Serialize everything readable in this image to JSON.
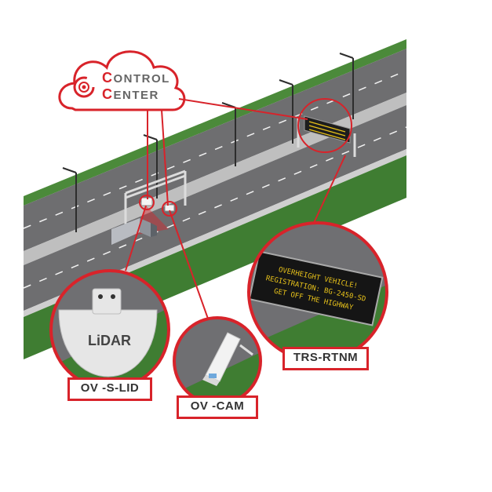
{
  "control_center": {
    "line1_initial": "C",
    "line1_rest": "ONTROL",
    "line2_initial": "C",
    "line2_rest": "ENTER"
  },
  "devices": {
    "lidar": {
      "label": "OV -S-LID",
      "badge_text": "LiDAR"
    },
    "camera": {
      "label": "OV -CAM"
    },
    "sign": {
      "label": "TRS-RTNM"
    }
  },
  "sign_message": {
    "line1": "OVERHEIGHT VEHICLE!",
    "line2": "REGISTRATION: BG-2450-SD",
    "line3": "GET OFF THE HIGHWAY"
  },
  "colors": {
    "accent": "#d8232a",
    "road": "#6e6e70",
    "grass": "#3f7d32",
    "sign_text": "#e8c21a"
  }
}
